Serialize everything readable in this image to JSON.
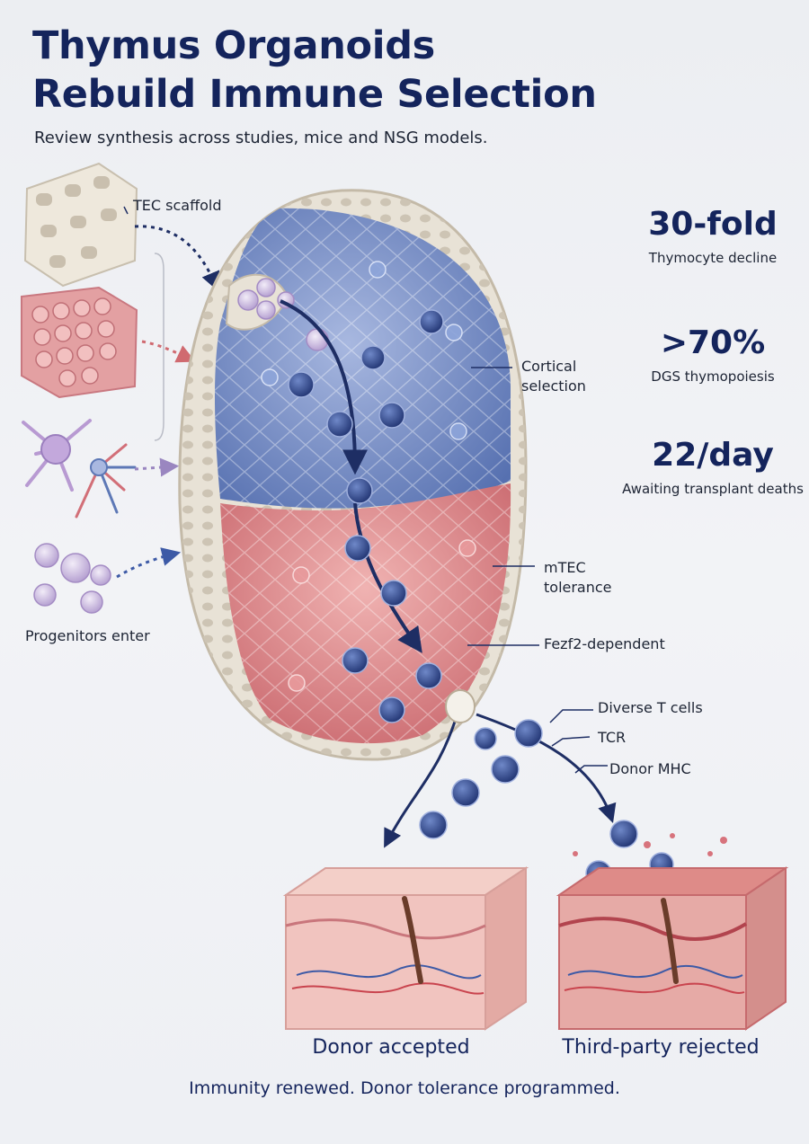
{
  "title": {
    "line1": "Thymus Organoids",
    "line2": "Rebuild Immune Selection"
  },
  "subtitle": "Review synthesis across studies, mice and NSG models.",
  "inputs": {
    "tec_scaffold": "TEC scaffold",
    "progenitors": "Progenitors enter"
  },
  "zones": {
    "cortical_line1": "Cortical",
    "cortical_line2": "selection",
    "mtec_line1": "mTEC",
    "mtec_line2": "tolerance",
    "fezf2": "Fezf2-dependent"
  },
  "output_labels": {
    "diverse": "Diverse T cells",
    "tcr": "TCR",
    "donor_mhc": "Donor MHC"
  },
  "stats": [
    {
      "value": "30-fold",
      "caption": "Thymocyte decline"
    },
    {
      "value": ">70%",
      "caption": "DGS thymopoiesis"
    },
    {
      "value": "22/day",
      "caption": "Awaiting transplant deaths"
    }
  ],
  "outcomes": {
    "accepted": "Donor accepted",
    "rejected": "Third-party rejected"
  },
  "tagline": "Immunity renewed. Donor tolerance programmed.",
  "colors": {
    "title": "#14245c",
    "cortex": "#6f86c2",
    "medulla": "#d9868a",
    "scaffold": "#e8e2d6",
    "tcell": "#2e4686",
    "skin": "#e6a8a2"
  }
}
